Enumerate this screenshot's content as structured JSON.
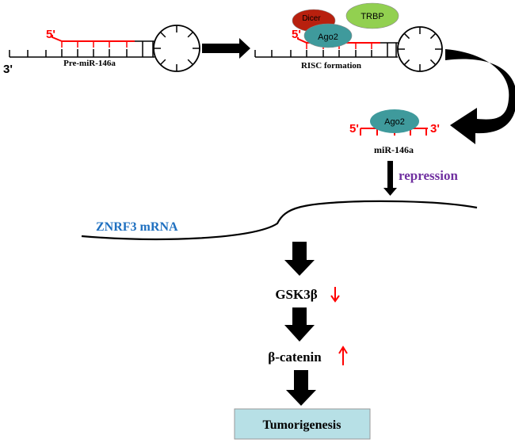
{
  "labels": {
    "three_prime_left": "3'",
    "five_prime_left": "5'",
    "pre_mir": "Pre-miR-146a",
    "five_prime_risc": "5'",
    "risc": "RISC formation",
    "dicer": "Dicer",
    "trbp": "TRBP",
    "ago2_risc": "Ago2",
    "ago2_mir": "Ago2",
    "five_prime_mir": "5'",
    "three_prime_mir": "3'",
    "mir": "miR-146a",
    "repression": "repression",
    "mrna": "ZNRF3 mRNA",
    "gsk": "GSK3β",
    "catenin": "β-catenin",
    "tumor": "Tumorigenesis"
  },
  "colors": {
    "red_strand": "#ff0000",
    "dicer": "#b8200e",
    "trbp": "#92d050",
    "ago2": "#3f9a9c",
    "repression": "#7030a0",
    "mrna": "#1f70c0",
    "tumor_box": "#b7e0e6"
  },
  "indicators": {
    "gsk": "down-arrow",
    "catenin": "up-arrow"
  }
}
